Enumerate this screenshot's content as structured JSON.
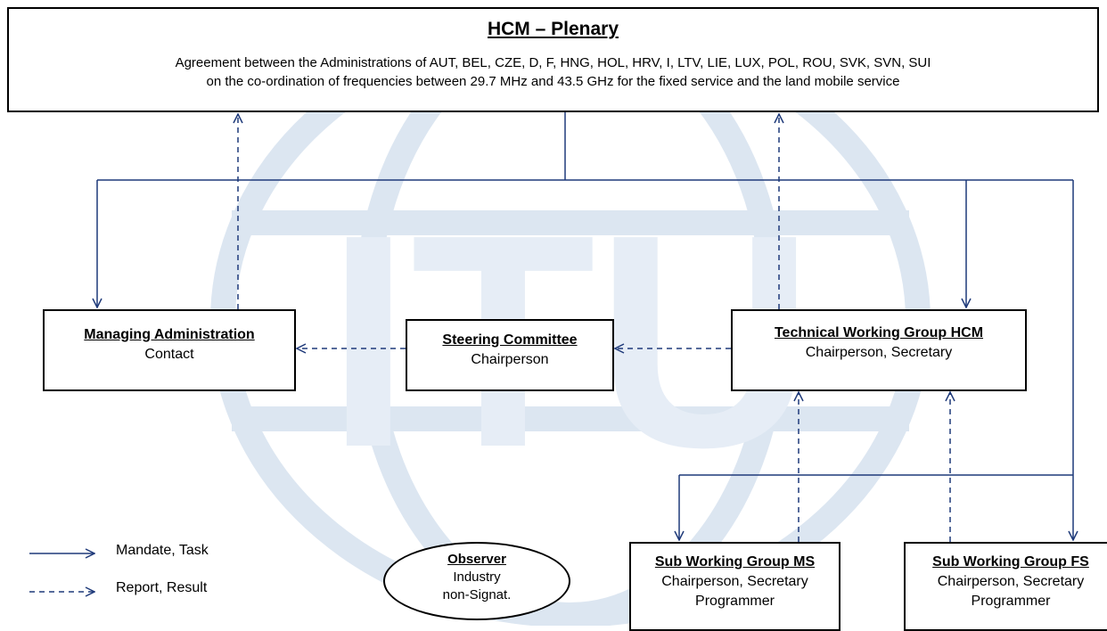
{
  "plenary": {
    "title": "HCM – Plenary",
    "line1": "Agreement between the Administrations of AUT, BEL, CZE, D, F, HNG, HOL, HRV, I, LTV, LIE, LUX, POL, ROU, SVK, SVN, SUI",
    "line2": "on the co-ordination of frequencies between 29.7 MHz and 43.5 GHz for the fixed service and the land mobile service"
  },
  "managing": {
    "title": "Managing Administration",
    "sub": "Contact"
  },
  "steering": {
    "title": "Steering Committee",
    "sub": "Chairperson"
  },
  "twg": {
    "title": "Technical Working Group HCM",
    "sub": "Chairperson, Secretary"
  },
  "swg_ms": {
    "title": "Sub Working Group MS",
    "sub1": "Chairperson, Secretary",
    "sub2": "Programmer"
  },
  "swg_fs": {
    "title": "Sub Working Group FS",
    "sub1": "Chairperson, Secretary",
    "sub2": "Programmer"
  },
  "observer": {
    "title": "Observer",
    "sub1": "Industry",
    "sub2": "non-Signat."
  },
  "legend": {
    "mandate": "Mandate, Task",
    "report": "Report, Result"
  },
  "watermark": {
    "text": "ITU",
    "color": "#dce6f1"
  },
  "colors": {
    "line": "#1f3a7a",
    "border": "#000000"
  }
}
